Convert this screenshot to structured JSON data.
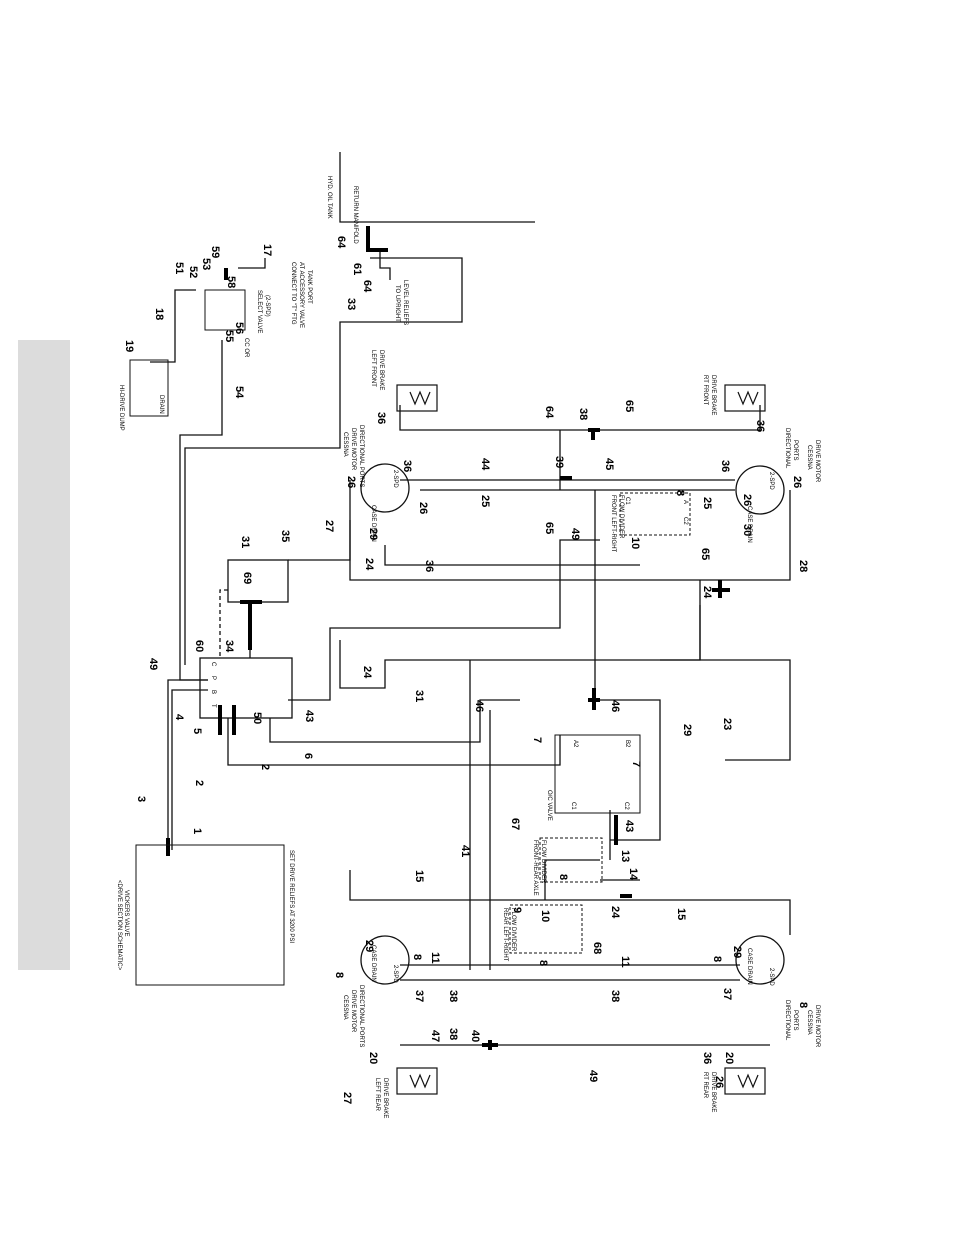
{
  "callouts": [
    {
      "id": "c1",
      "text": "1"
    },
    {
      "id": "c2a",
      "text": "2"
    },
    {
      "id": "c2b",
      "text": "2"
    },
    {
      "id": "c3",
      "text": "3"
    },
    {
      "id": "c4",
      "text": "4"
    },
    {
      "id": "c5",
      "text": "5"
    },
    {
      "id": "c6",
      "text": "6"
    },
    {
      "id": "c7a",
      "text": "7"
    },
    {
      "id": "c7b",
      "text": "7"
    },
    {
      "id": "c8a",
      "text": "8"
    },
    {
      "id": "c8b",
      "text": "8"
    },
    {
      "id": "c8c",
      "text": "8"
    },
    {
      "id": "c8d",
      "text": "8"
    },
    {
      "id": "c8e",
      "text": "8"
    },
    {
      "id": "c8f",
      "text": "8"
    },
    {
      "id": "c8g",
      "text": "8"
    },
    {
      "id": "c9",
      "text": "9"
    },
    {
      "id": "c10a",
      "text": "10"
    },
    {
      "id": "c10b",
      "text": "10"
    },
    {
      "id": "c11a",
      "text": "11"
    },
    {
      "id": "c11b",
      "text": "11"
    },
    {
      "id": "c13",
      "text": "13"
    },
    {
      "id": "c14",
      "text": "14"
    },
    {
      "id": "c15a",
      "text": "15"
    },
    {
      "id": "c15b",
      "text": "15"
    },
    {
      "id": "c17",
      "text": "17"
    },
    {
      "id": "c18",
      "text": "18"
    },
    {
      "id": "c19",
      "text": "19"
    },
    {
      "id": "c20a",
      "text": "20"
    },
    {
      "id": "c20b",
      "text": "20"
    },
    {
      "id": "c23",
      "text": "23"
    },
    {
      "id": "c24a",
      "text": "24"
    },
    {
      "id": "c24b",
      "text": "24"
    },
    {
      "id": "c24c",
      "text": "24"
    },
    {
      "id": "c24d",
      "text": "24"
    },
    {
      "id": "c25a",
      "text": "25"
    },
    {
      "id": "c25b",
      "text": "25"
    },
    {
      "id": "c26a",
      "text": "26"
    },
    {
      "id": "c26b",
      "text": "26"
    },
    {
      "id": "c26c",
      "text": "26"
    },
    {
      "id": "c26d",
      "text": "26"
    },
    {
      "id": "c26e",
      "text": "26"
    },
    {
      "id": "c27a",
      "text": "27"
    },
    {
      "id": "c27b",
      "text": "27"
    },
    {
      "id": "c28",
      "text": "28"
    },
    {
      "id": "c29a",
      "text": "29"
    },
    {
      "id": "c29b",
      "text": "29"
    },
    {
      "id": "c29c",
      "text": "29"
    },
    {
      "id": "c29d",
      "text": "29"
    },
    {
      "id": "c30",
      "text": "30"
    },
    {
      "id": "c31a",
      "text": "31"
    },
    {
      "id": "c31b",
      "text": "31"
    },
    {
      "id": "c33",
      "text": "33"
    },
    {
      "id": "c34",
      "text": "34"
    },
    {
      "id": "c35",
      "text": "35"
    },
    {
      "id": "c36a",
      "text": "36"
    },
    {
      "id": "c36b",
      "text": "36"
    },
    {
      "id": "c36c",
      "text": "36"
    },
    {
      "id": "c36d",
      "text": "36"
    },
    {
      "id": "c36e",
      "text": "36"
    },
    {
      "id": "c36f",
      "text": "36"
    },
    {
      "id": "c37a",
      "text": "37"
    },
    {
      "id": "c37b",
      "text": "37"
    },
    {
      "id": "c38a",
      "text": "38"
    },
    {
      "id": "c38b",
      "text": "38"
    },
    {
      "id": "c38c",
      "text": "38"
    },
    {
      "id": "c38d",
      "text": "38"
    },
    {
      "id": "c39",
      "text": "39"
    },
    {
      "id": "c40",
      "text": "40"
    },
    {
      "id": "c41",
      "text": "41"
    },
    {
      "id": "c43a",
      "text": "43"
    },
    {
      "id": "c43b",
      "text": "43"
    },
    {
      "id": "c44",
      "text": "44"
    },
    {
      "id": "c45",
      "text": "45"
    },
    {
      "id": "c46a",
      "text": "46"
    },
    {
      "id": "c46b",
      "text": "46"
    },
    {
      "id": "c47",
      "text": "47"
    },
    {
      "id": "c49a",
      "text": "49"
    },
    {
      "id": "c49b",
      "text": "49"
    },
    {
      "id": "c49c",
      "text": "49"
    },
    {
      "id": "c50",
      "text": "50"
    },
    {
      "id": "c51",
      "text": "51"
    },
    {
      "id": "c52",
      "text": "52"
    },
    {
      "id": "c53",
      "text": "53"
    },
    {
      "id": "c54",
      "text": "54"
    },
    {
      "id": "c55",
      "text": "55"
    },
    {
      "id": "c56",
      "text": "56"
    },
    {
      "id": "c58",
      "text": "58"
    },
    {
      "id": "c59",
      "text": "59"
    },
    {
      "id": "c60",
      "text": "60"
    },
    {
      "id": "c61",
      "text": "61"
    },
    {
      "id": "c64a",
      "text": "64"
    },
    {
      "id": "c64b",
      "text": "64"
    },
    {
      "id": "c64c",
      "text": "64"
    },
    {
      "id": "c65a",
      "text": "65"
    },
    {
      "id": "c65b",
      "text": "65"
    },
    {
      "id": "c65c",
      "text": "65"
    },
    {
      "id": "c67",
      "text": "67"
    },
    {
      "id": "c68",
      "text": "68"
    },
    {
      "id": "c69",
      "text": "69"
    }
  ],
  "labels": {
    "vickers_title": "VICKERS VALVE",
    "vickers_subtitle": "<DRIVE SECTION SCHEMATIC>",
    "relief_note": "SET DRIVE RELIEFS AT 3200 PSI",
    "hi_drive_dump": "HI-DRIVE DUMP",
    "select_valve": "SELECT VALVE",
    "select_valve_part": "(2-SPD)",
    "connect_note_1": "CONNECT TO \"T\" FTG",
    "connect_note_2": "AT ACCESSORY VALVE",
    "connect_note_3": "TANK PORT",
    "hyd_oil_tank": "HYD. OIL TANK",
    "return_manifold": "RETURN MANIFOLD",
    "upright_reliefs_1": "TO UPRIGHT",
    "upright_reliefs_2": "LEVEL RELIEFS",
    "left_front_brake_1": "LEFT FRONT",
    "left_front_brake_2": "DRIVE BRAKE",
    "rt_front_brake_1": "RT FRONT",
    "rt_front_brake_2": "DRIVE BRAKE",
    "left_rear_brake_1": "LEFT REAR",
    "left_rear_brake_2": "DRIVE BRAKE",
    "rt_rear_brake_1": "RT REAR",
    "rt_rear_brake_2": "DRIVE BRAKE",
    "cessna": "CESSNA",
    "drive_motor": "DRIVE MOTOR",
    "directional_ports": "DIRECTIONAL PORTS",
    "directional": "DIRECTIONAL",
    "ports": "PORTS",
    "case_drain": "CASE DRAIN",
    "two_speed": "2-SPD",
    "front_left_right_1": "FRONT LEFT-RIGHT",
    "front_left_right_2": "FLOW DIVIDER",
    "front_rear_axle_1": "FRONT-REAR AXLE",
    "front_rear_axle_2": "FLOW DIVIDER",
    "rear_left_right_1": "REAR LEFT-RIGHT",
    "rear_left_right_2": "FLOW DIVIDER",
    "oc_valve": "O/C VALVE",
    "port_c1": "C1",
    "port_c2": "C2",
    "port_a": "A",
    "port_a2": "A2",
    "port_b2": "B2",
    "port_c": "C",
    "port_p": "P",
    "port_b": "B",
    "port_t": "T",
    "port_drain": "DRAIN",
    "cc_or": "CC OR"
  },
  "colors": {
    "ink": "#111111",
    "tab": "#dcdcdc",
    "paper": "#ffffff"
  }
}
